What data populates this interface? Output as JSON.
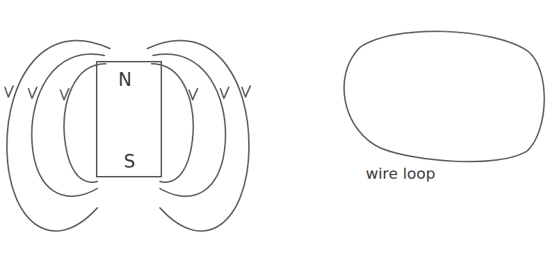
{
  "diagram": {
    "nodes": [
      {
        "text": [
          "N",
          "S"
        ]
      },
      {
        "text": [
          "wire loop"
        ]
      }
    ]
  }
}
